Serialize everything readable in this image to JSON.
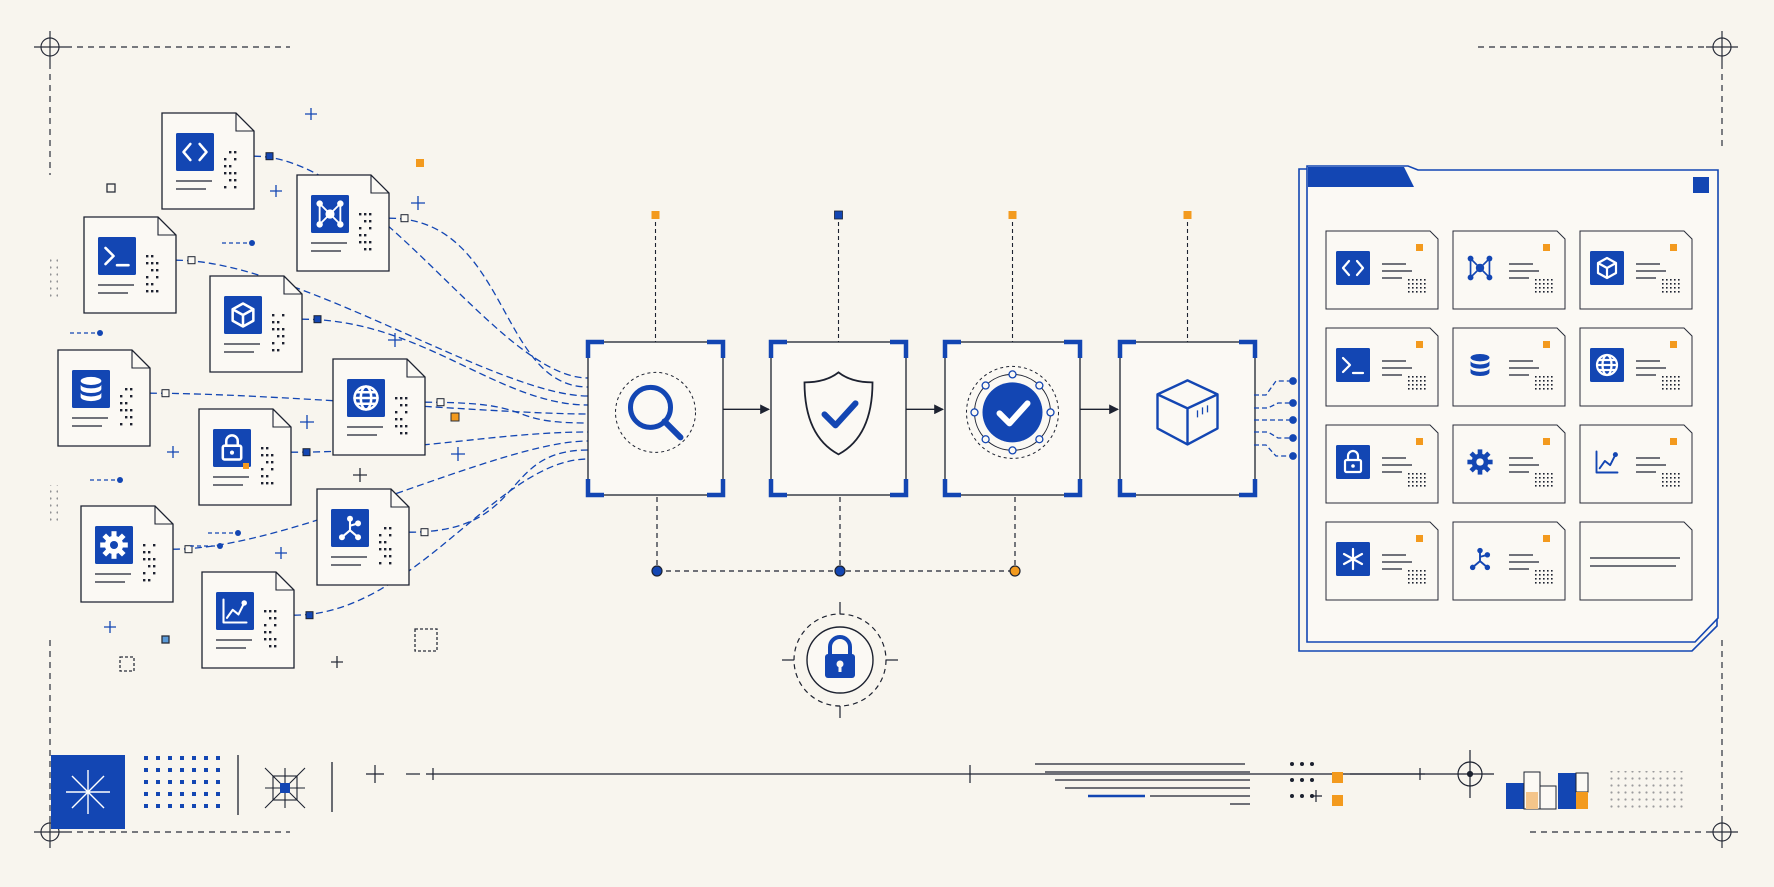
{
  "colors": {
    "background": "#f8f5ee",
    "primary_blue": "#1346b3",
    "accent_orange": "#f39a1e",
    "ink": "#1d2230",
    "paper": "#fbf9f4"
  },
  "input_documents": [
    {
      "icon": "code-icon"
    },
    {
      "icon": "network-icon"
    },
    {
      "icon": "terminal-icon"
    },
    {
      "icon": "package-icon"
    },
    {
      "icon": "database-icon"
    },
    {
      "icon": "globe-icon"
    },
    {
      "icon": "lock-icon"
    },
    {
      "icon": "gear-icon"
    },
    {
      "icon": "branch-icon"
    },
    {
      "icon": "chart-icon"
    }
  ],
  "pipeline_stages": [
    {
      "icon": "search-icon",
      "status_marker": "orange"
    },
    {
      "icon": "shield-check-icon",
      "status_marker": "blue"
    },
    {
      "icon": "verified-check-icon",
      "status_marker": "orange"
    },
    {
      "icon": "package-icon",
      "status_marker": "orange"
    }
  ],
  "secure_gate": {
    "icon": "padlock-icon"
  },
  "output_catalog": {
    "grid": [
      {
        "icon": "code-icon"
      },
      {
        "icon": "network-icon"
      },
      {
        "icon": "package-icon"
      },
      {
        "icon": "terminal-icon"
      },
      {
        "icon": "database-icon"
      },
      {
        "icon": "globe-icon"
      },
      {
        "icon": "lock-icon"
      },
      {
        "icon": "gear-icon"
      },
      {
        "icon": "chart-icon"
      },
      {
        "icon": "asterisk-icon"
      },
      {
        "icon": "branch-icon"
      },
      {
        "icon": "blank"
      }
    ]
  },
  "footer": {
    "left_badge_icon": "asterisk-icon",
    "center_target_icon": "crosshair-icon",
    "bar_chart_icon": "mini-bar-chart-icon"
  }
}
